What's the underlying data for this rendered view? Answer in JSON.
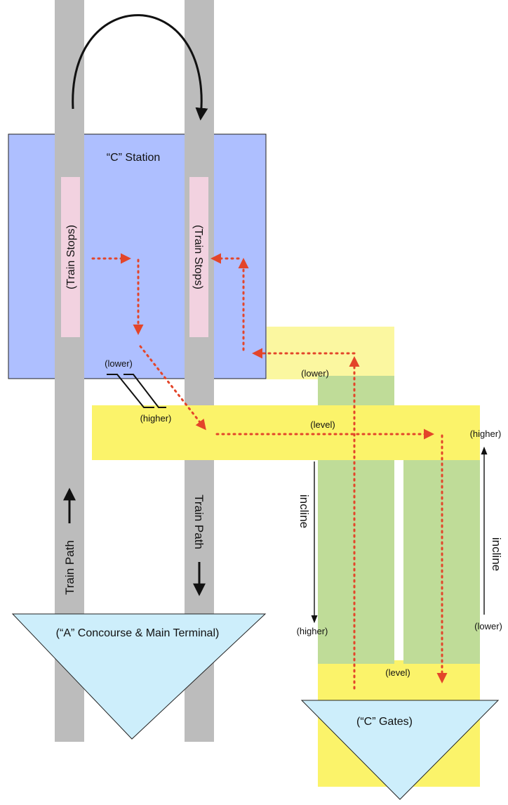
{
  "labels": {
    "station": "“C” Station",
    "train_stops_left": "(Train Stops)",
    "train_stops_right": "(Train Stops)",
    "lower_left": "(lower)",
    "higher_left": "(higher)",
    "level_top": "(level)",
    "lower_right": "(lower)",
    "higher_right_top": "(higher)",
    "incline_left": "incline",
    "incline_right": "incline",
    "higher_bottom": "(higher)",
    "lower_bottom": "(lower)",
    "level_bottom": "(level)",
    "train_path_left": "Train Path",
    "train_path_right": "Train Path",
    "a_concourse": "(“A” Concourse & Main Terminal)",
    "c_gates": "(“C” Gates)"
  },
  "colors": {
    "track": "#bcbcbc",
    "station": "#aebfff",
    "train_stop": "#f2d2e0",
    "walkway": "#fbf36a",
    "walkway_light": "#fbf7a0",
    "incline_ramp": "#bfdc98",
    "terminal": "#cdeefb",
    "route": "#e3452a",
    "arrow": "#111111"
  }
}
